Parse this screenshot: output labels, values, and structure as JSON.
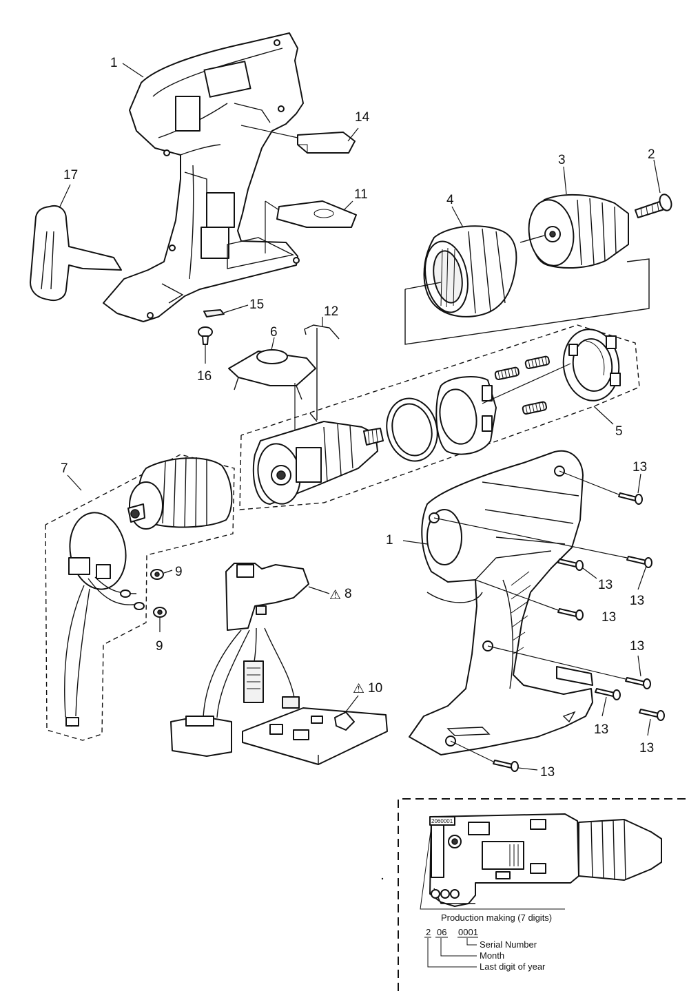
{
  "callouts": {
    "c1_top": "1",
    "c1_right": "1",
    "c2": "2",
    "c3": "3",
    "c4": "4",
    "c5": "5",
    "c6": "6",
    "c7": "7",
    "c8": "8",
    "c9_a": "9",
    "c9_b": "9",
    "c10": "10",
    "c11": "11",
    "c12": "12",
    "c13": [
      "13",
      "13",
      "13",
      "13",
      "13",
      "13",
      "13",
      "13"
    ],
    "c14": "14",
    "c15": "15",
    "c16": "16",
    "c17": "17"
  },
  "warning_symbol": "⚠",
  "inset": {
    "stamp": "2060001",
    "caption": "Production making (7 digits)",
    "code_year": "2",
    "code_month": "06",
    "code_serial": "0001",
    "legend_serial": "Serial  Number",
    "legend_month": "Month",
    "legend_year": "Last digit of year"
  }
}
